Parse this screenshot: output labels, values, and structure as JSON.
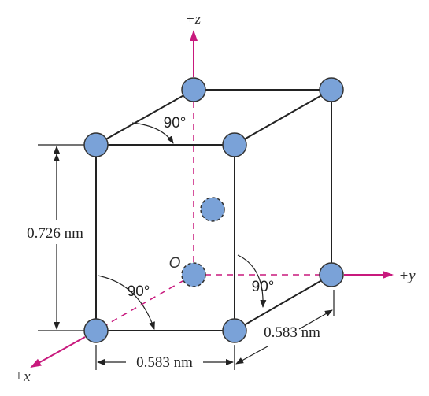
{
  "diagram": {
    "axes": {
      "z_label": "+z",
      "y_label": "+y",
      "x_label": "+x",
      "origin_label": "O",
      "color": "#c8197d"
    },
    "dimensions": {
      "height": "0.726 nm",
      "width_x": "0.583 nm",
      "depth_y": "0.583 nm"
    },
    "angles": {
      "top": "90°",
      "left": "90°",
      "right": "90°"
    },
    "atom_color": "#7aa2d8",
    "atom_stroke": "#333333"
  }
}
